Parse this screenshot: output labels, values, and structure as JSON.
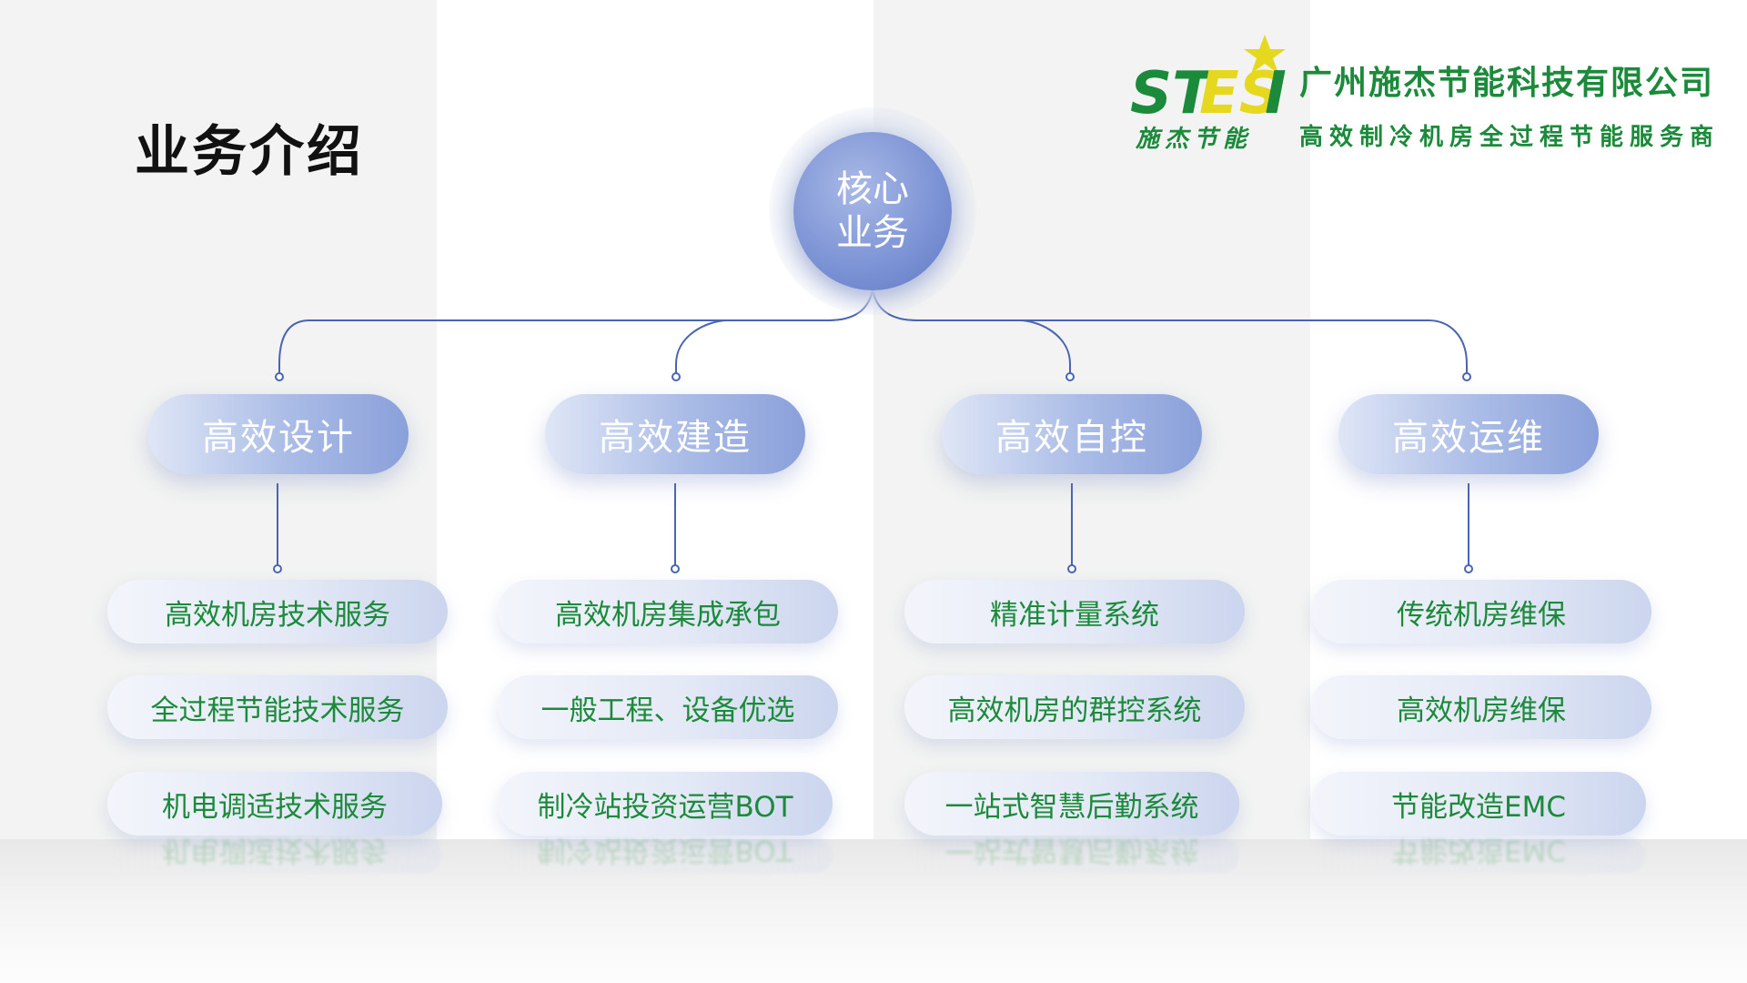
{
  "page_title": "业务介绍",
  "logo": {
    "mark_text": "STESI",
    "sub_text": "施杰节能",
    "company_name": "广州施杰节能科技有限公司",
    "tagline": "高效制冷机房全过程节能服务商"
  },
  "core": {
    "line1": "核心",
    "line2": "业务"
  },
  "columns": [
    {
      "category": "高效设计",
      "items": [
        "高效机房技术服务",
        "全过程节能技术服务",
        "机电调适技术服务"
      ]
    },
    {
      "category": "高效建造",
      "items": [
        "高效机房集成承包",
        "一般工程、设备优选",
        "制冷站投资运营BOT"
      ]
    },
    {
      "category": "高效自控",
      "items": [
        "精准计量系统",
        "高效机房的群控系统",
        "一站式智慧后勤系统"
      ]
    },
    {
      "category": "高效运维",
      "items": [
        "传统机房维保",
        "高效机房维保",
        "节能改造EMC"
      ]
    }
  ],
  "colors": {
    "accent_green": "#1b8a3a",
    "logo_yellow": "#e6d81e",
    "node_blue": "#7e95d6",
    "connector_blue": "#4a64b4"
  }
}
